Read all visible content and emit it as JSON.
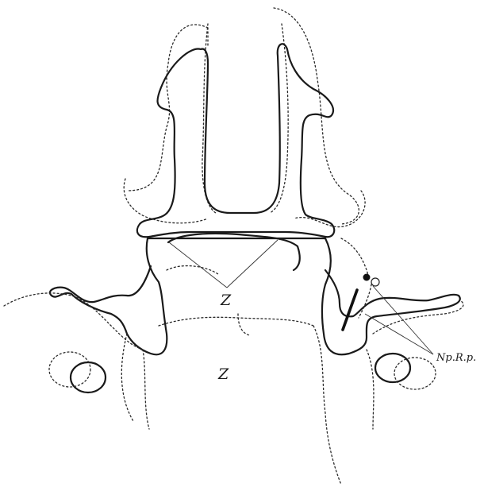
{
  "labels": {
    "z_upper": "Z",
    "z_lower": "Z",
    "np_rp": "Np.R.p."
  }
}
